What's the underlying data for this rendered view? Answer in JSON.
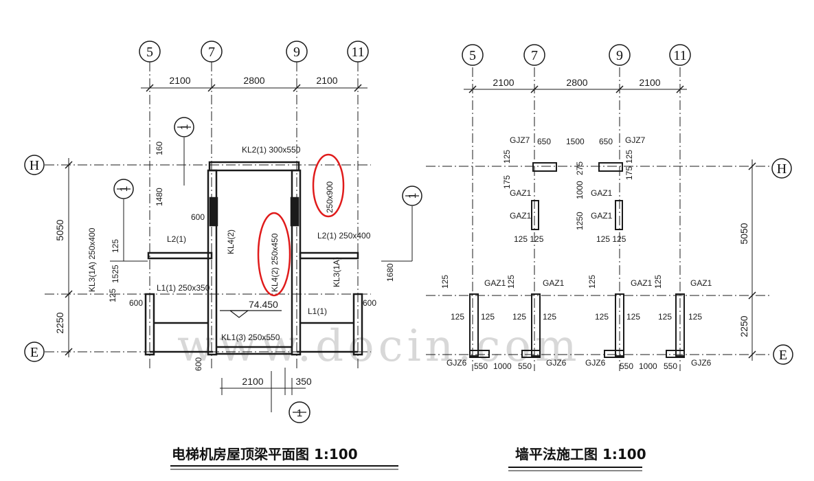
{
  "left_plan": {
    "title": "电梯机房屋顶梁平面图 1:100",
    "axes_top": [
      "5",
      "7",
      "9",
      "11"
    ],
    "axes_side": [
      "H",
      "E"
    ],
    "top_dims": [
      "2100",
      "2800",
      "2100"
    ],
    "left_dims": [
      "5050",
      "2250"
    ],
    "bottom_dims": [
      "2100",
      "350"
    ],
    "level": "74.450",
    "section_marks": [
      "1",
      "1",
      "1",
      "1"
    ],
    "labels": {
      "kl2": "KL2(1) 300x550",
      "kl4": "KL4(2)",
      "l2_left": "L2(1)",
      "l2_right": "L2(1) 250x400",
      "kl3_left": "KL3(1A) 250x400",
      "kl3_right": "KL3(1A)",
      "l1_left": "L1(1) 250x350",
      "l1_right": "L1(1)",
      "kl1": "KL1(3) 250x550",
      "circled_1": "250x900",
      "circled_2": "KL4(2) 250x450",
      "d160": "160",
      "d1480": "1480",
      "d600a": "600",
      "d125a": "125",
      "d1525": "1525",
      "d125b": "125",
      "d600b": "600",
      "d600c": "600",
      "d1680": "1680",
      "d600d": "600"
    }
  },
  "right_plan": {
    "title": "墙平法施工图  1:100",
    "axes_top": [
      "5",
      "7",
      "9",
      "11"
    ],
    "axes_side": [
      "H",
      "E"
    ],
    "top_dims": [
      "2100",
      "2800",
      "2100"
    ],
    "right_dims": [
      "5050",
      "2250"
    ],
    "labels": {
      "gjz7_left": "GJZ7",
      "gjz7_right": "GJZ7",
      "d650a": "650",
      "d1500": "1500",
      "d650b": "650",
      "d125a": "125",
      "d175a": "175",
      "d275": "275",
      "d1000": "1000",
      "d1250": "1250",
      "d175b": "175",
      "d125b": "125",
      "gaz1_a": "GAZ1",
      "gaz1_b": "GAZ1",
      "gaz1_c": "GAZ1",
      "gaz1_d": "GAZ1",
      "d125_125_l": "125 125",
      "d125_125_r": "125 125",
      "gaz1_e": "GAZ1",
      "gaz1_f": "GAZ1",
      "gaz1_g": "GAZ1",
      "gaz1_h": "GAZ1",
      "d125c": "125",
      "d125d": "125",
      "d125e": "125",
      "d125f": "125",
      "r125_1": "125",
      "r125_2": "125",
      "r125_3": "125",
      "r125_4": "125",
      "r125_5": "125",
      "r125_6": "125",
      "r125_7": "125",
      "r125_8": "125",
      "gjz6_1": "GJZ6",
      "gjz6_2": "GJZ6",
      "gjz6_3": "GJZ6",
      "gjz6_4": "GJZ6",
      "b550a": "550",
      "b1000a": "1000",
      "b550b": "550",
      "b550c": "550",
      "b1000b": "1000",
      "b550d": "550"
    }
  },
  "watermark": "www.docin.com",
  "colors": {
    "line": "#1a1a1a",
    "highlight": "#e01b1b",
    "watermark": "#d8d8d8"
  }
}
